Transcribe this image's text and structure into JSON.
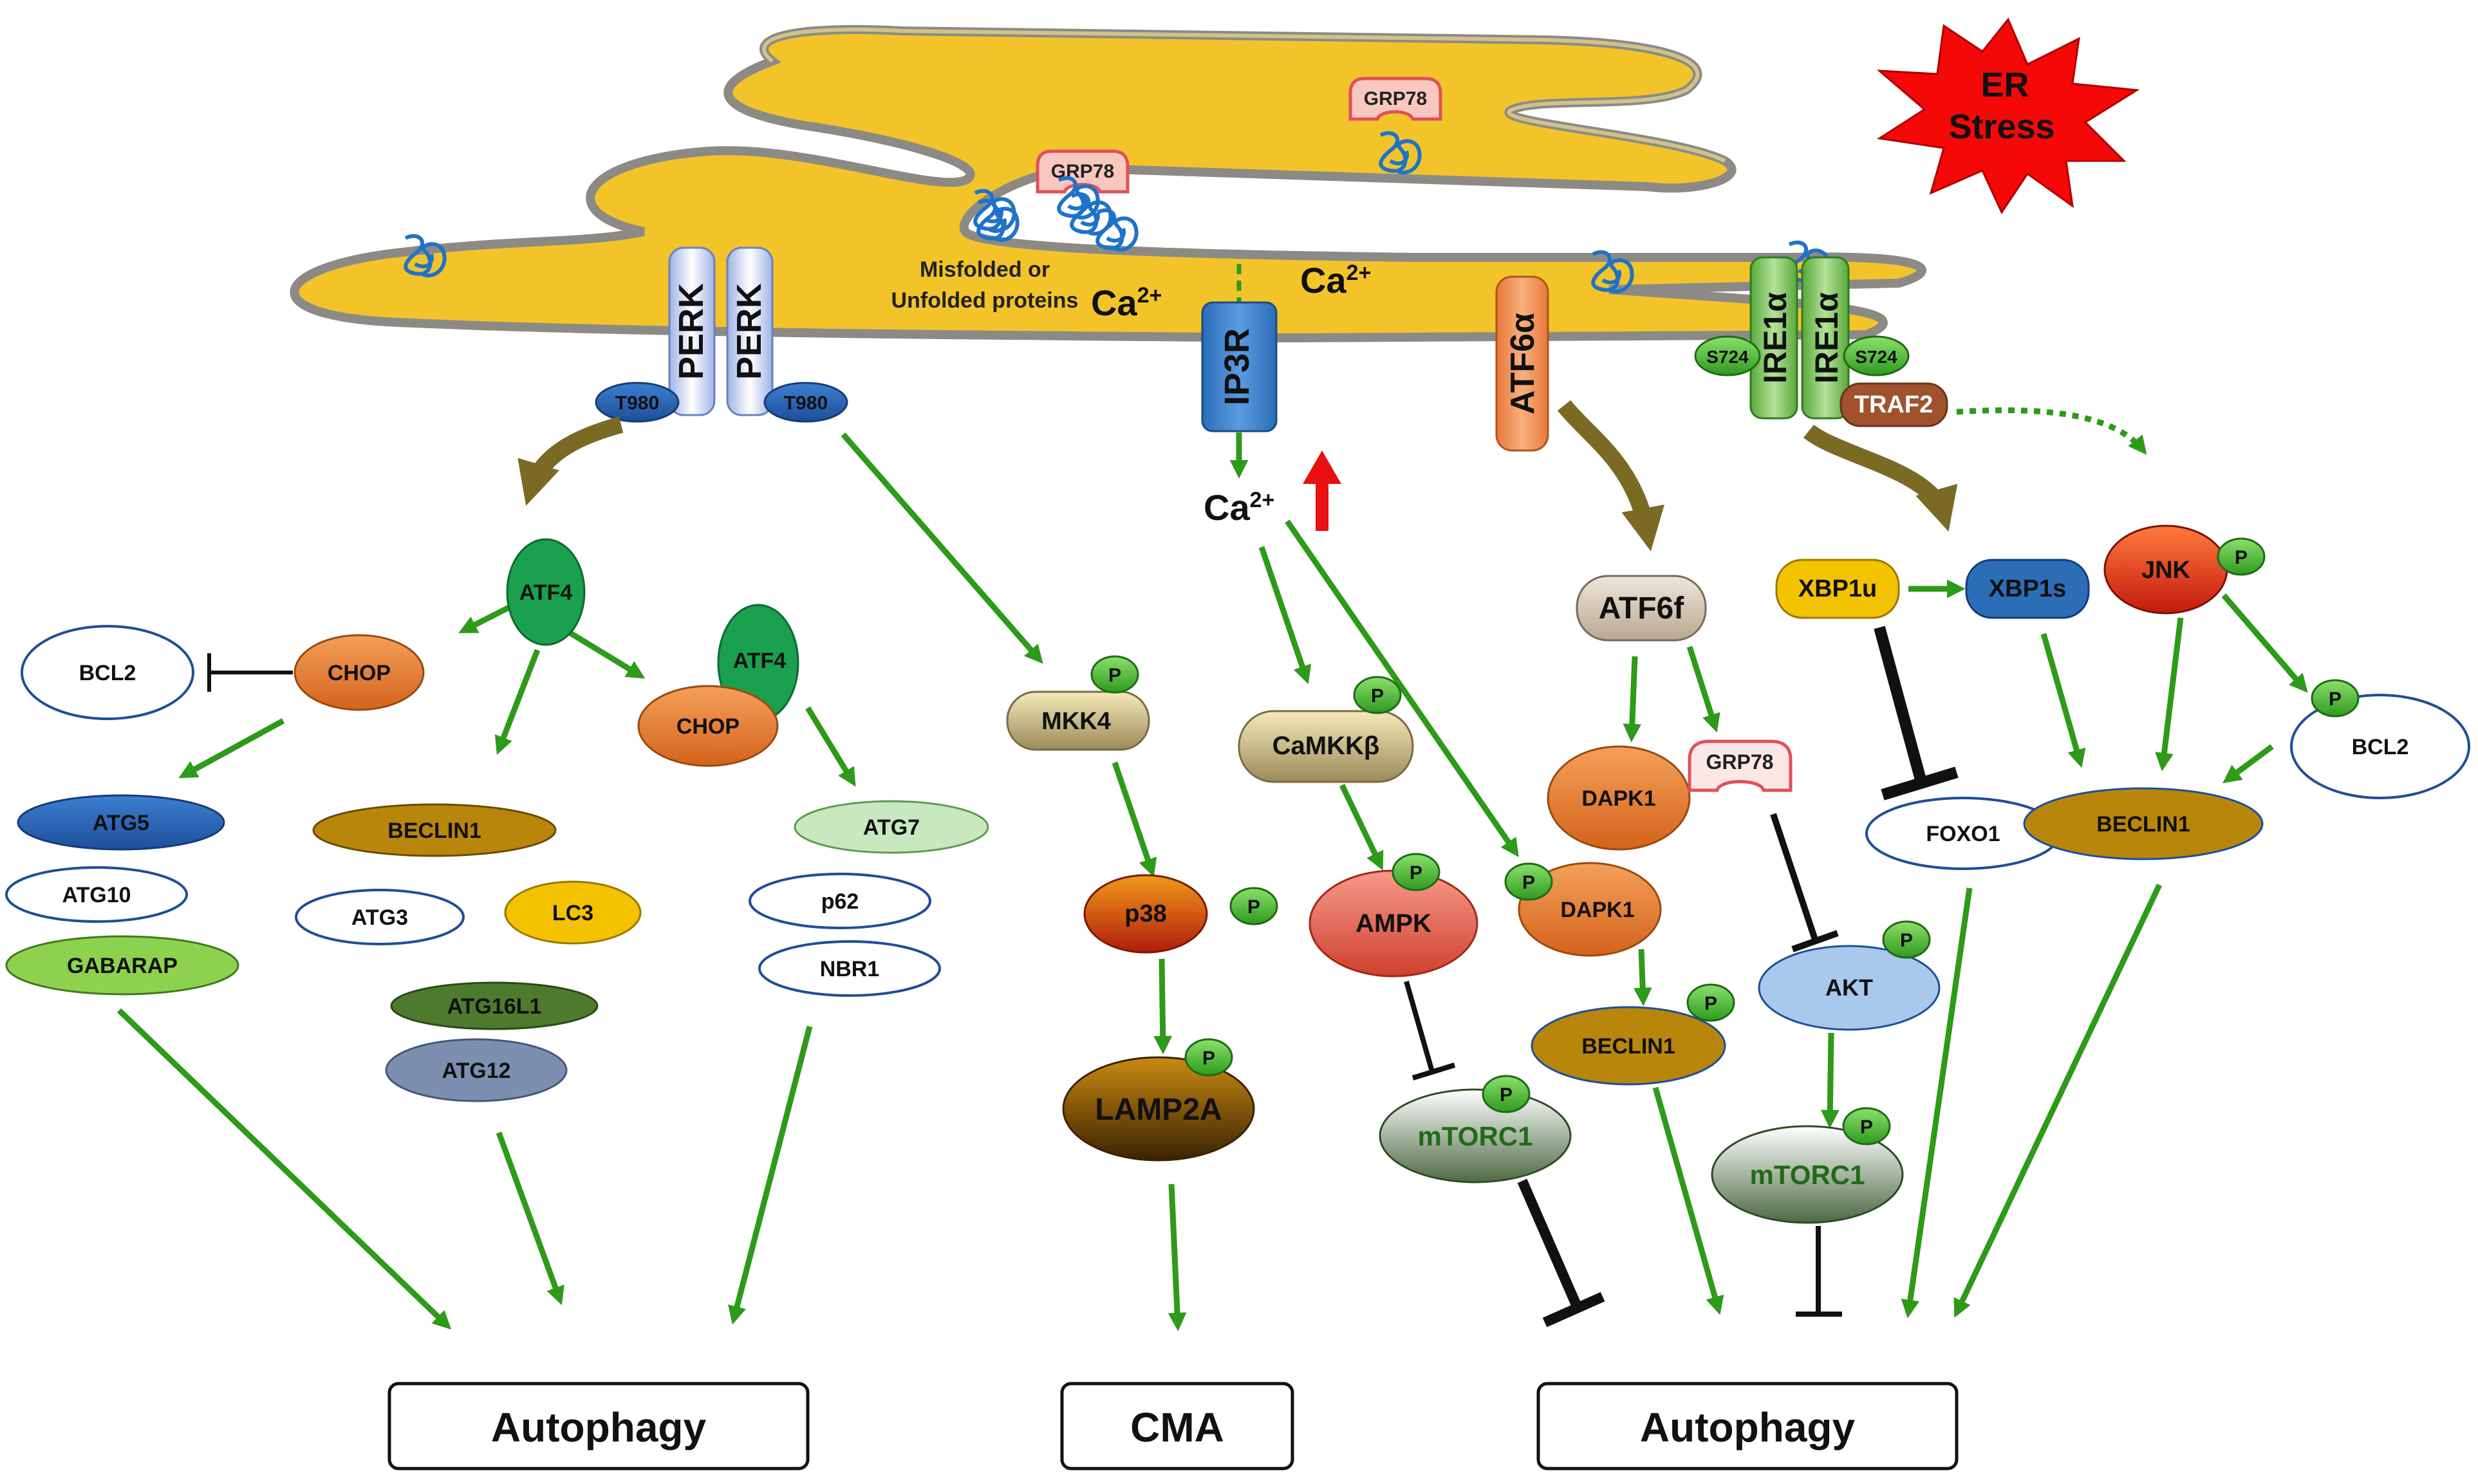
{
  "er": {
    "misfolded_line1": "Misfolded or",
    "misfolded_line2": "Unfolded proteins",
    "ca_label_1": "Ca",
    "ca_label_2": "Ca",
    "ca_sup": "2+",
    "grp78_top": "GRP78",
    "grp78_mid": "GRP78"
  },
  "stress": {
    "line1": "ER",
    "line2": "Stress"
  },
  "sensors": {
    "perk": "PERK",
    "t980": "T980",
    "ip3r": "IP3R",
    "atf6a": "ATF6α",
    "ire1a": "IRE1α",
    "s724": "S724",
    "traf2": "TRAF2"
  },
  "phospho": "P",
  "perk_branch": {
    "atf4": "ATF4",
    "chop": "CHOP",
    "bcl2": "BCL2",
    "atf5": "ATG5",
    "atg10": "ATG10",
    "gabarap": "GABARAP",
    "beclin1": "BECLIN1",
    "atg3": "ATG3",
    "lc3": "LC3",
    "atg16l1": "ATG16L1",
    "atg12": "ATG12",
    "atg7": "ATG7",
    "p62": "p62",
    "nbr1": "NBR1"
  },
  "cma_branch": {
    "mkk4": "MKK4",
    "p38": "p38",
    "lamp2a": "LAMP2A"
  },
  "ca_branch": {
    "ca_cyto": "Ca",
    "camkkb": "CaMKKβ",
    "ampk": "AMPK",
    "mtorc1": "mTORC1",
    "dapk1": "DAPK1",
    "beclin1": "BECLIN1"
  },
  "atf6_branch": {
    "atf6f": "ATF6f",
    "dapk1": "DAPK1",
    "grp78": "GRP78",
    "akt": "AKT",
    "mtorc1": "mTORC1"
  },
  "ire1_branch": {
    "xbp1u": "XBP1u",
    "xbp1s": "XBP1s",
    "jnk": "JNK",
    "foxo1": "FOXO1",
    "beclin1": "BECLIN1",
    "bcl2": "BCL2"
  },
  "outcomes": {
    "autophagy_left": "Autophagy",
    "cma": "CMA",
    "autophagy_right": "Autophagy"
  }
}
